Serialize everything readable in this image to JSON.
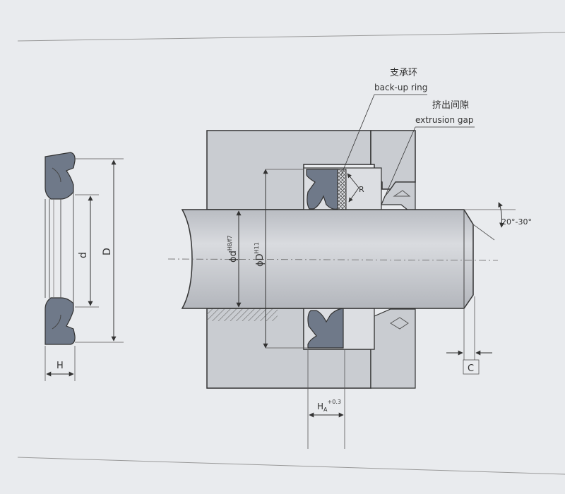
{
  "annotations": {
    "backup_ring_cn": "支承环",
    "backup_ring_en": "back-up ring",
    "extrusion_gap_cn": "挤出间隙",
    "extrusion_gap_en": "extrusion gap",
    "radius": "R",
    "chamfer_angle": "20°-30°",
    "chamfer_length": "C"
  },
  "dimensions": {
    "inner_diameter": "d",
    "outer_diameter": "D",
    "height": "H",
    "shaft_tolerance_symbol": "ϕd",
    "shaft_tolerance_fit": "H8/f7",
    "bore_tolerance_symbol": "ϕD",
    "bore_tolerance_fit": "H11",
    "groove_width_symbol": "H",
    "groove_width_sub": "A",
    "groove_width_tol": "+0.3"
  },
  "colors": {
    "background": "#e9ebee",
    "housing": "#c9ccd1",
    "shaft": "#c3c6cb",
    "seal": "#6f7989",
    "line": "#3a3a3a"
  }
}
